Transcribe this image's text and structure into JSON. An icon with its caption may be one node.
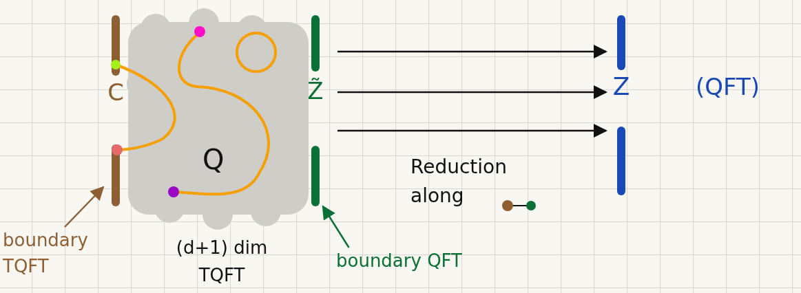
{
  "diagram": {
    "nodes": [
      {
        "text": [
          "C"
        ]
      },
      {
        "text": [
          "Q"
        ]
      },
      {
        "text": [
          "Z̃"
        ]
      },
      {
        "text": [
          "Z"
        ],
        "beside": [
          "(QFT)"
        ]
      },
      {
        "text": [
          "boundary TQFT"
        ]
      },
      {
        "text": [
          "boundary QFT"
        ]
      }
    ],
    "edges": [
      {
        "from": 2,
        "to": 3,
        "arrow": "to"
      },
      {
        "from": 2,
        "to": 3,
        "arrow": "to"
      },
      {
        "from": 2,
        "to": 3,
        "arrow": "to"
      },
      {
        "from": 4,
        "to": 0,
        "arrow": "to",
        "color": "#8e5f33"
      },
      {
        "from": 5,
        "to": 2,
        "arrow": "to",
        "color": "#0a7038"
      }
    ],
    "labels": [
      "(d+1) dim TQFT",
      "Reduction along"
    ]
  }
}
